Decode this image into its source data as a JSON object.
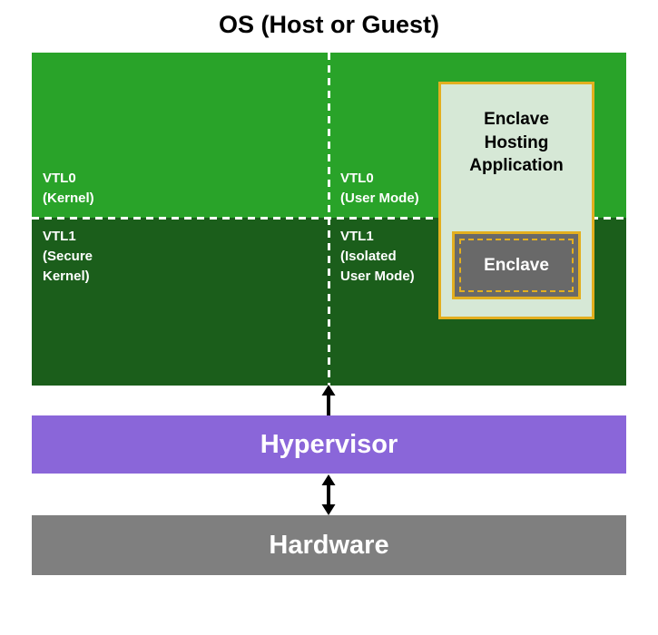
{
  "title": "OS (Host or Guest)",
  "os_box": {
    "vtl0_kernel": {
      "lines": [
        "VTL0",
        "(Kernel)"
      ]
    },
    "vtl0_user": {
      "lines": [
        "VTL0",
        "(User Mode)"
      ]
    },
    "vtl1_secure": {
      "lines": [
        "VTL1",
        "(Secure",
        "Kernel)"
      ]
    },
    "vtl1_isolated": {
      "lines": [
        "VTL1",
        "(Isolated",
        "User Mode)"
      ]
    }
  },
  "enclave_host": {
    "label": "Enclave Hosting Application"
  },
  "enclave": {
    "label": "Enclave"
  },
  "hypervisor": {
    "label": "Hypervisor"
  },
  "hardware": {
    "label": "Hardware"
  },
  "colors": {
    "vtl0_green": "#29a329",
    "vtl1_green": "#1b5e1b",
    "hypervisor_purple": "#8a66d9",
    "hardware_gray": "#7f7f7f",
    "gold": "#e3af1f",
    "mint": "#d6e8d6",
    "enclave_gray": "#696969"
  }
}
